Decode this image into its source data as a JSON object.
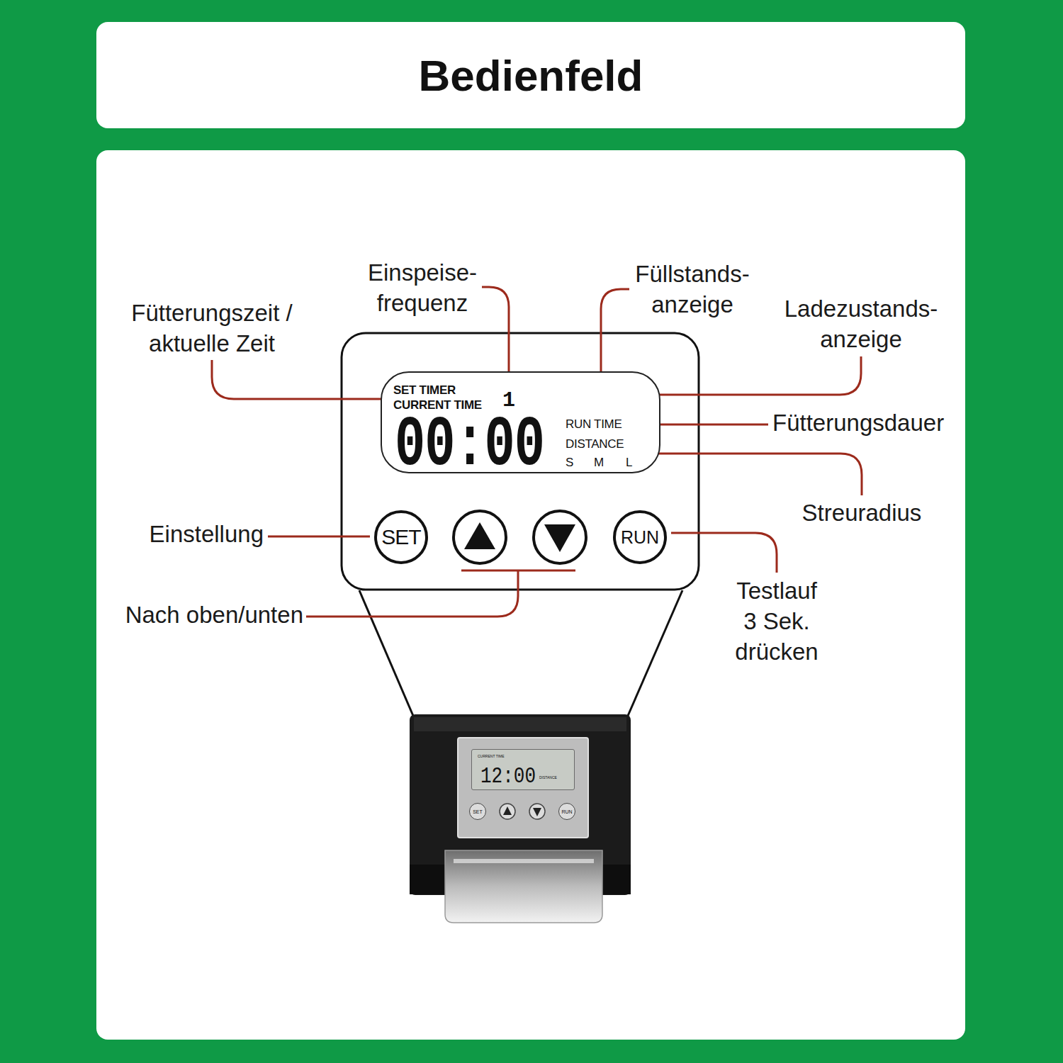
{
  "diagram": {
    "title": "Bedienfeld",
    "nodes": [
      {
        "text": [
          "SET TIMER",
          "CURRENT TIME",
          "1",
          "00:00",
          "RUN TIME",
          "DISTANCE",
          "S",
          "M",
          "L"
        ]
      },
      {
        "text": [
          "SET"
        ]
      },
      {
        "text": [
          "RUN"
        ]
      },
      {
        "text": [
          "CURRENT TIME",
          "12:00",
          "DISTANCE"
        ]
      },
      {
        "text": [
          "SET"
        ]
      },
      {
        "text": [
          "RUN"
        ]
      }
    ],
    "labels": [
      "Einspeise- frequenz",
      "Füllstands- anzeige",
      "Fütterungszeit / aktuelle Zeit",
      "Ladezustands- anzeige",
      "Fütterungsdauer",
      "Streuradius",
      "Einstellung",
      "Testlauf 3 Sek. drücken",
      "Nach oben/unten"
    ]
  }
}
